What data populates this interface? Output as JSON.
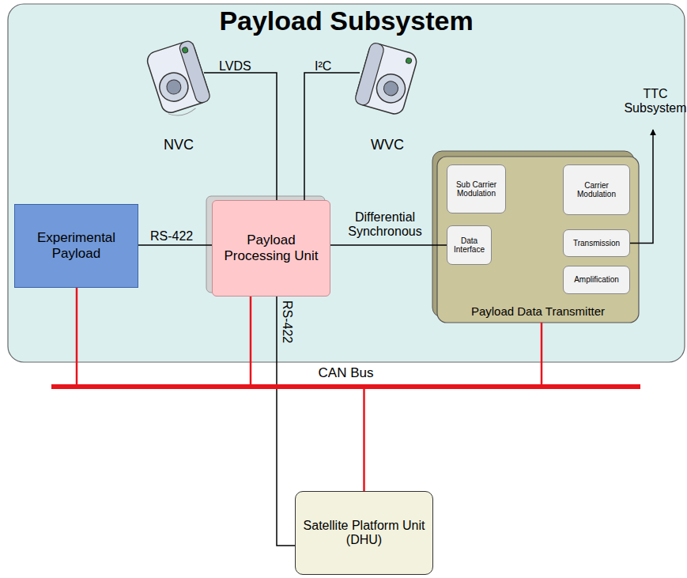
{
  "diagram": {
    "title": "Payload Subsystem",
    "nodes": [
      {
        "text": [
          "Payload Subsystem"
        ]
      },
      {
        "text": [
          "NVC"
        ],
        "in": 0
      },
      {
        "text": [
          "WVC"
        ],
        "in": 0
      },
      {
        "text": [
          "TTC Subsystem"
        ],
        "in": 0
      },
      {
        "text": [
          "Experimental Payload"
        ],
        "in": 0
      },
      {
        "text": [
          "Payload Processing Unit"
        ],
        "in": 0
      },
      {
        "text": [
          "Payload Data Transmitter"
        ],
        "in": 0
      },
      {
        "text": [
          "Sub Carrier Modulation"
        ],
        "in": 6
      },
      {
        "text": [
          "Carrier Modulation"
        ],
        "in": 6
      },
      {
        "text": [
          "Data Interface"
        ],
        "in": 6
      },
      {
        "text": [
          "Transmission"
        ],
        "in": 6
      },
      {
        "text": [
          "Amplification"
        ],
        "in": 6
      },
      {
        "text": [
          "CAN Bus"
        ]
      },
      {
        "text": [
          "Satellite Platform Unit (DHU)"
        ]
      }
    ],
    "edges": [
      {
        "from": 1,
        "to": 5,
        "label": "LVDS",
        "arrow": "none"
      },
      {
        "from": 2,
        "to": 5,
        "label": "I²C",
        "arrow": "none"
      },
      {
        "from": 4,
        "to": 5,
        "label": "RS-422",
        "arrow": "none"
      },
      {
        "from": 5,
        "to": 9,
        "label": "Differential Synchronous",
        "arrow": "none"
      },
      {
        "from": 10,
        "to": 3,
        "arrow": "to"
      },
      {
        "from": 5,
        "to": 13,
        "label": "RS-422",
        "arrow": "none"
      },
      {
        "from": 4,
        "to": 12,
        "arrow": "none"
      },
      {
        "from": 5,
        "to": 12,
        "arrow": "none"
      },
      {
        "from": 6,
        "to": 12,
        "arrow": "none"
      },
      {
        "from": 13,
        "to": 12,
        "arrow": "none"
      }
    ]
  }
}
